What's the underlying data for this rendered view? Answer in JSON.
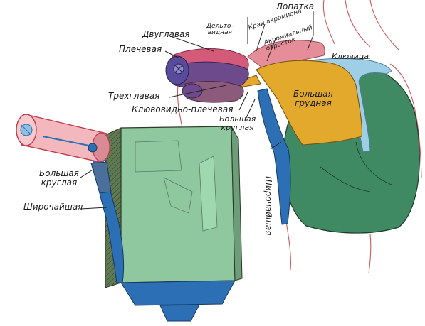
{
  "colors": {
    "trapezius_green": "#3f8a62",
    "box_green": "#8fc89e",
    "box_green_dark": "#5f7a52",
    "pectoral_yellow": "#e3a92c",
    "latissimus_blue": "#2d6fb5",
    "clavicle_light_blue": "#9fcfe6",
    "scapula_pink": "#e58e9a",
    "deltoid_pink": "#d45a7a",
    "biceps_purple": "#6c4a8c",
    "arm_cylinder_red": "#c23a4a"
  },
  "labels": {
    "lopatka": "Лопатка",
    "kray_akromiona": "Край акромиона",
    "akromialny_otrostok": "Акромиальный\nотросток",
    "delto_vidnaya": "Дельто-\nвидная",
    "dvuglavaya": "Двуглавая",
    "plechevaya": "Плечевая",
    "klyuchitsa": "Ключица",
    "bolshaya_grudnaya": "Большая\nгрудная",
    "trekhglavaya": "Трехглавая",
    "klyuvovidno_plechevaya": "Клювовидно-плечевая",
    "bolshaya_kruglaya_right": "Большая\nкруглая",
    "bolshaya_kruglaya_left": "Большая\nкруглая",
    "shirochayshaya_right": "Широчайшая",
    "shirochayshaya_left": "Широчайшая"
  }
}
